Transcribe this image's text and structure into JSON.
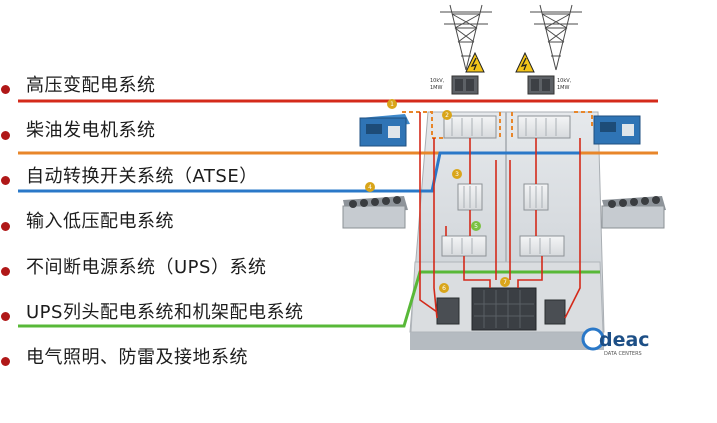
{
  "systems": [
    {
      "label": "高压变配电系统"
    },
    {
      "label": "柴油发电机系统"
    },
    {
      "label": "自动转换开关系统（ATSE）"
    },
    {
      "label": "输入低压配电系统"
    },
    {
      "label": "不间断电源系统（UPS）系统"
    },
    {
      "label": "UPS列头配电系统和机架配电系统"
    },
    {
      "label": "电气照明、防雷及接地系统"
    }
  ],
  "transformers": [
    {
      "spec_line1": "10kV,",
      "spec_line2": "1MW"
    },
    {
      "spec_line1": "10kV,",
      "spec_line2": "1MW"
    }
  ],
  "markers": [
    "1",
    "2",
    "3",
    "4",
    "5",
    "6",
    "7"
  ],
  "logo": {
    "name": "deac",
    "tagline": "DATA CENTERS"
  },
  "colors": {
    "high_voltage": "#d42a1a",
    "generator": "#e8862a",
    "atse": "#2a78c8",
    "pdu": "#58b838",
    "bullet": "#b01818"
  }
}
